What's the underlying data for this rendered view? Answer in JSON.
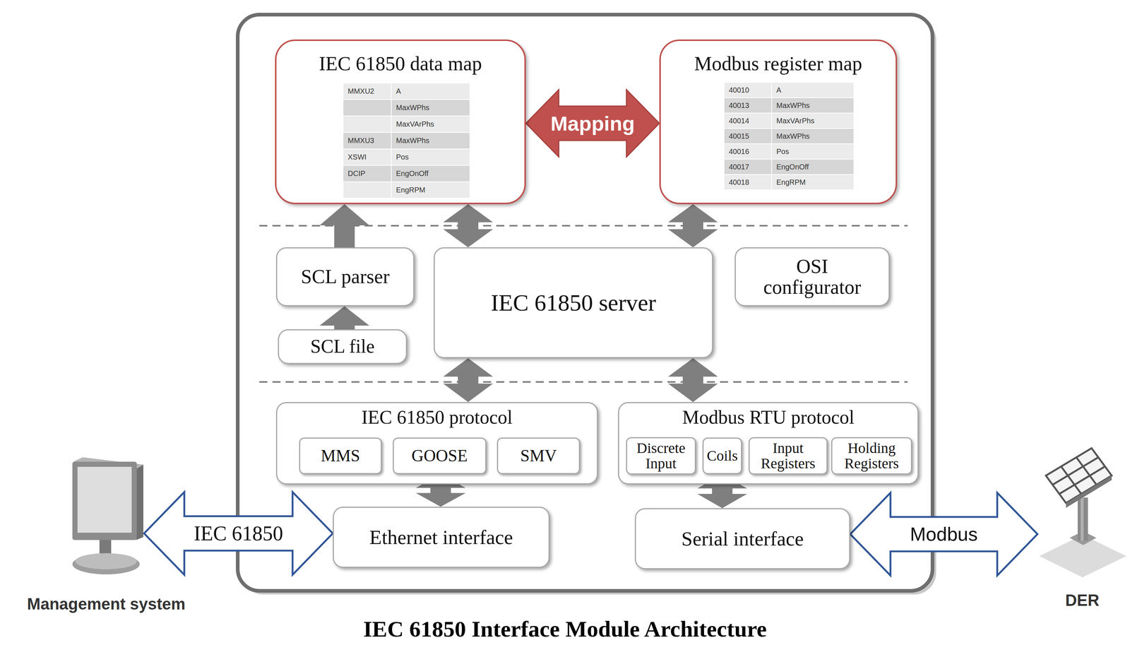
{
  "diagram": {
    "caption": "IEC 61850 Interface Module Architecture",
    "nodes": [
      {
        "text": [
          "IEC 61850 data map"
        ]
      },
      {
        "text": [
          "Modbus register map"
        ]
      },
      {
        "text": [
          "SCL parser"
        ]
      },
      {
        "text": [
          "IEC 61850 server"
        ]
      },
      {
        "text": [
          "OSI configurator"
        ]
      },
      {
        "text": [
          "SCL file"
        ]
      },
      {
        "text": [
          "IEC 61850 protocol"
        ]
      },
      {
        "text": [
          "MMS"
        ],
        "in": 6
      },
      {
        "text": [
          "GOOSE"
        ],
        "in": 6
      },
      {
        "text": [
          "SMV"
        ],
        "in": 6
      },
      {
        "text": [
          "Modbus RTU protocol"
        ]
      },
      {
        "text": [
          "Discrete Input"
        ],
        "in": 10
      },
      {
        "text": [
          "Coils"
        ],
        "in": 10
      },
      {
        "text": [
          "Input Registers"
        ],
        "in": 10
      },
      {
        "text": [
          "Holding Registers"
        ],
        "in": 10
      },
      {
        "text": [
          "Ethernet interface"
        ]
      },
      {
        "text": [
          "Serial interface"
        ]
      },
      {
        "text": [
          "Management system"
        ]
      },
      {
        "text": [
          "DER"
        ]
      }
    ],
    "edges": [
      {
        "from": 0,
        "to": 1,
        "label": "Mapping",
        "arrow": "both"
      },
      {
        "from": 5,
        "to": 2,
        "arrow": "to"
      },
      {
        "from": 2,
        "to": 0,
        "arrow": "to"
      },
      {
        "from": 0,
        "to": 3,
        "arrow": "both"
      },
      {
        "from": 1,
        "to": 3,
        "arrow": "both"
      },
      {
        "from": 3,
        "to": 6,
        "arrow": "both"
      },
      {
        "from": 3,
        "to": 10,
        "arrow": "both"
      },
      {
        "from": 8,
        "to": 15,
        "arrow": "both"
      },
      {
        "from": 12,
        "to": 16,
        "arrow": "both"
      },
      {
        "from": 17,
        "to": 15,
        "label": "IEC 61850",
        "arrow": "both"
      },
      {
        "from": 16,
        "to": 18,
        "label": "Modbus",
        "arrow": "both"
      }
    ],
    "labels": [
      "MMXU2",
      "A",
      "MaxWPhs",
      "MaxVArPhs",
      "MMXU3",
      "MaxWPhs",
      "XSWI",
      "Pos",
      "DCIP",
      "EngOnOff",
      "EngRPM",
      "40010",
      "A",
      "40013",
      "MaxWPhs",
      "40014",
      "MaxVArPhs",
      "40015",
      "MaxWPhs",
      "40016",
      "Pos",
      "40017",
      "EngOnOff",
      "40018",
      "EngRPM"
    ]
  }
}
